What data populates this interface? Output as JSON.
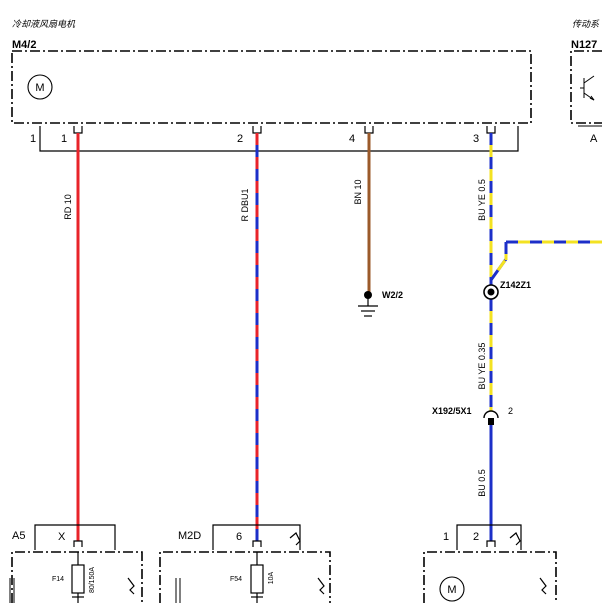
{
  "header": {
    "left_title": "冷却液风扇电机",
    "right_title": "传动系"
  },
  "components": {
    "m4_2": {
      "id": "M4/2",
      "motor_symbol": "M"
    },
    "n127": {
      "id": "N127",
      "pin": "A"
    },
    "a5": {
      "id": "A5",
      "pin": "X"
    },
    "m2d": {
      "id": "M2D",
      "pin": "6"
    },
    "bottom_right": {
      "pins": [
        "1",
        "2"
      ],
      "motor_symbol": "M"
    }
  },
  "pins": {
    "outer_pin": "1",
    "p1": "1",
    "p2": "2",
    "p4": "4",
    "p3": "3"
  },
  "wires": {
    "w1": {
      "label": "RD 10",
      "colors": [
        "#e8232a"
      ]
    },
    "w2": {
      "label": "R DBU1",
      "colors": [
        "#e8232a",
        "#1c2fc8"
      ]
    },
    "w4": {
      "label": "BN 10",
      "colors": [
        "#9b5a2a"
      ]
    },
    "w3a": {
      "label": "BU YE 0.5",
      "colors": [
        "#1c2fc8",
        "#f3e222"
      ]
    },
    "w3b": {
      "label": "BU YE 0.35",
      "colors": [
        "#1c2fc8",
        "#f3e222"
      ]
    },
    "w3c": {
      "label": "BU 0.5",
      "colors": [
        "#1c2fc8"
      ]
    }
  },
  "ground": {
    "label": "W2/2"
  },
  "splice": {
    "label": "Z142Z1"
  },
  "connector": {
    "label": "X192/5X1",
    "pin": "2"
  },
  "fuses": {
    "f14": {
      "id": "F14",
      "rating": "80/150A"
    },
    "f54": {
      "id": "F54",
      "rating": "10A"
    }
  }
}
